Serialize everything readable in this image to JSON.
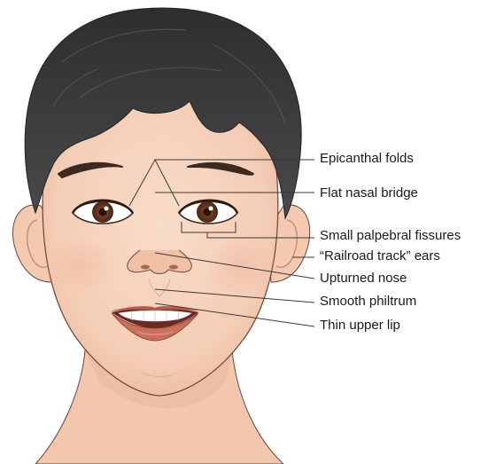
{
  "labels": [
    "Epicanthal folds",
    "Flat nasal bridge",
    "Small palpebral fissures",
    "“Railroad track” ears",
    "Upturned nose",
    "Smooth philtrum",
    "Thin upper lip"
  ],
  "colors": {
    "hair": "#3d3d3f",
    "skin": "#f6d3be",
    "skin_shade": "#eebfa6",
    "outline": "#5a3a30",
    "iris": "#5a3320",
    "lip": "#c4654f",
    "leader_line": "#3a3a3a"
  }
}
